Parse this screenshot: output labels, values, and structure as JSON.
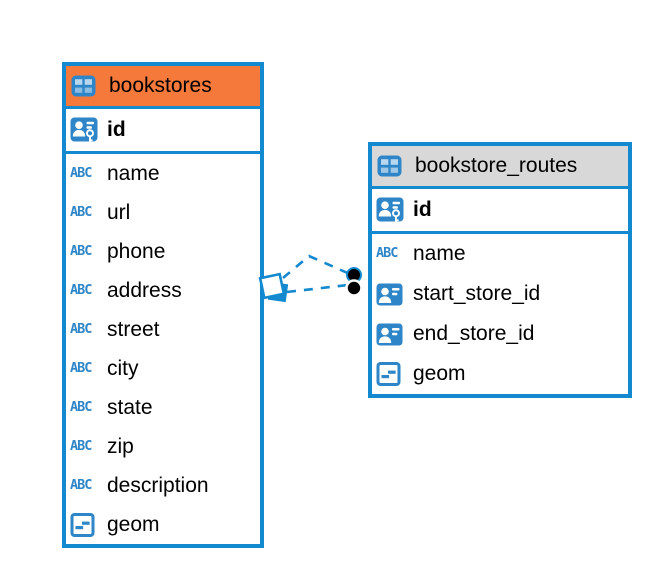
{
  "diagram": {
    "background_color": "#ffffff",
    "colors": {
      "table_border_blue": "#1389cf",
      "icon_blue": "#2e86c8",
      "bookstores_header_orange": "#f5793b",
      "routes_header_gray": "#d8d8d8",
      "relationship_line_blue": "#1389cf",
      "relationship_dot_black": "#000000",
      "row_text": "#000000"
    },
    "icons": {
      "text_type_glyph": "ABC"
    },
    "tables": [
      {
        "name": "bookstores",
        "header_style": "orange",
        "primary_key": {
          "name": "id",
          "icon": "primary-key-icon"
        },
        "columns": [
          {
            "name": "name",
            "type_icon": "text-type-icon"
          },
          {
            "name": "url",
            "type_icon": "text-type-icon"
          },
          {
            "name": "phone",
            "type_icon": "text-type-icon"
          },
          {
            "name": "address",
            "type_icon": "text-type-icon"
          },
          {
            "name": "street",
            "type_icon": "text-type-icon"
          },
          {
            "name": "city",
            "type_icon": "text-type-icon"
          },
          {
            "name": "state",
            "type_icon": "text-type-icon"
          },
          {
            "name": "zip",
            "type_icon": "text-type-icon"
          },
          {
            "name": "description",
            "type_icon": "text-type-icon"
          },
          {
            "name": "geom",
            "type_icon": "geometry-type-icon"
          }
        ]
      },
      {
        "name": "bookstore_routes",
        "header_style": "gray",
        "primary_key": {
          "name": "id",
          "icon": "primary-key-icon"
        },
        "columns": [
          {
            "name": "name",
            "type_icon": "text-type-icon"
          },
          {
            "name": "start_store_id",
            "type_icon": "foreign-key-icon"
          },
          {
            "name": "end_store_id",
            "type_icon": "foreign-key-icon"
          },
          {
            "name": "geom",
            "type_icon": "geometry-type-icon"
          }
        ]
      }
    ],
    "relationships": [
      {
        "from_table": "bookstores",
        "to_table": "bookstore_routes",
        "line_style": "dashed",
        "source_marker": "stacked-squares",
        "target_marker": "filled-dot"
      },
      {
        "from_table": "bookstores",
        "to_table": "bookstore_routes",
        "line_style": "dashed",
        "source_marker": "stacked-squares",
        "target_marker": "filled-dot"
      }
    ]
  }
}
